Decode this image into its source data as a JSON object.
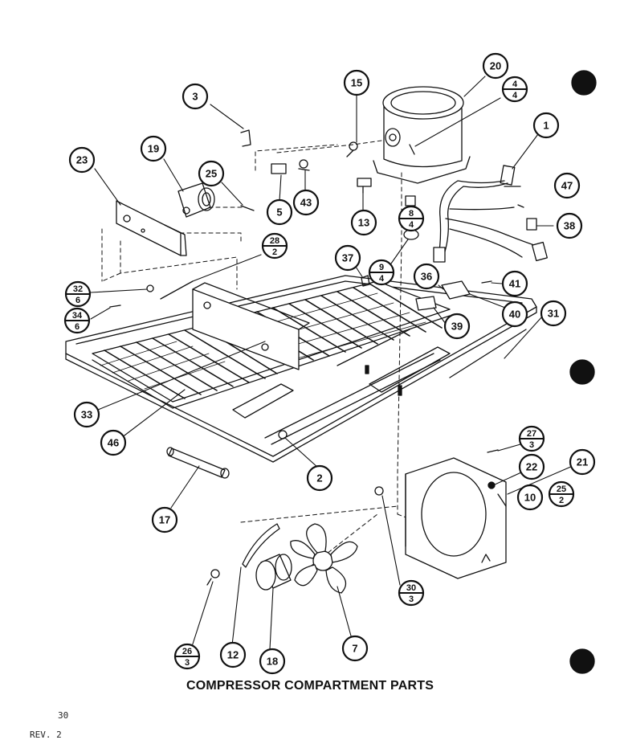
{
  "title": "COMPRESSOR COMPARTMENT PARTS",
  "page_number": "30",
  "revision": "REV. 2",
  "callouts": [
    {
      "id": "c3",
      "lines": [
        "3"
      ]
    },
    {
      "id": "c15",
      "lines": [
        "15"
      ]
    },
    {
      "id": "c20",
      "lines": [
        "20"
      ]
    },
    {
      "id": "c4-4",
      "lines": [
        "4",
        "4"
      ]
    },
    {
      "id": "c1",
      "lines": [
        "1"
      ]
    },
    {
      "id": "c23",
      "lines": [
        "23"
      ]
    },
    {
      "id": "c19",
      "lines": [
        "19"
      ]
    },
    {
      "id": "c25",
      "lines": [
        "25"
      ]
    },
    {
      "id": "c5",
      "lines": [
        "5"
      ]
    },
    {
      "id": "c43",
      "lines": [
        "43"
      ]
    },
    {
      "id": "c13",
      "lines": [
        "13"
      ]
    },
    {
      "id": "c8-4",
      "lines": [
        "8",
        "4"
      ]
    },
    {
      "id": "c47",
      "lines": [
        "47"
      ]
    },
    {
      "id": "c38",
      "lines": [
        "38"
      ]
    },
    {
      "id": "c28-2",
      "lines": [
        "28",
        "2"
      ]
    },
    {
      "id": "c9-4",
      "lines": [
        "9",
        "4"
      ]
    },
    {
      "id": "c37",
      "lines": [
        "37"
      ]
    },
    {
      "id": "c36",
      "lines": [
        "36"
      ]
    },
    {
      "id": "c41",
      "lines": [
        "41"
      ]
    },
    {
      "id": "c40",
      "lines": [
        "40"
      ]
    },
    {
      "id": "c39",
      "lines": [
        "39"
      ]
    },
    {
      "id": "c31",
      "lines": [
        "31"
      ]
    },
    {
      "id": "c32-6",
      "lines": [
        "32",
        "6"
      ]
    },
    {
      "id": "c34-6",
      "lines": [
        "34",
        "6"
      ]
    },
    {
      "id": "c33",
      "lines": [
        "33"
      ]
    },
    {
      "id": "c46",
      "lines": [
        "46"
      ]
    },
    {
      "id": "c2",
      "lines": [
        "2"
      ]
    },
    {
      "id": "c27-3",
      "lines": [
        "27",
        "3"
      ]
    },
    {
      "id": "c22",
      "lines": [
        "22"
      ]
    },
    {
      "id": "c21",
      "lines": [
        "21"
      ]
    },
    {
      "id": "c10",
      "lines": [
        "10"
      ]
    },
    {
      "id": "c25-2",
      "lines": [
        "25",
        "2"
      ]
    },
    {
      "id": "c17",
      "lines": [
        "17"
      ]
    },
    {
      "id": "c30-3",
      "lines": [
        "30",
        "3"
      ]
    },
    {
      "id": "c26-3",
      "lines": [
        "26",
        "3"
      ]
    },
    {
      "id": "c12",
      "lines": [
        "12"
      ]
    },
    {
      "id": "c18",
      "lines": [
        "18"
      ]
    },
    {
      "id": "c7",
      "lines": [
        "7"
      ]
    }
  ]
}
